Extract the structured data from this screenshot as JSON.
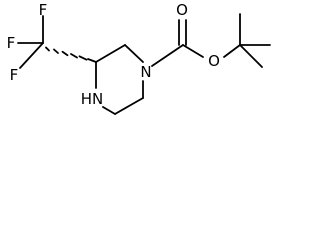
{
  "molecule": {
    "atom_labels": {
      "f_top": "F",
      "f_left": "F",
      "f_bottom": "F",
      "o_double": "O",
      "o_ester": "O",
      "n_ring": "N",
      "nh_ring": "HN"
    },
    "colors": {
      "bond": "#000000",
      "text": "#000000",
      "background": "#ffffff"
    }
  }
}
